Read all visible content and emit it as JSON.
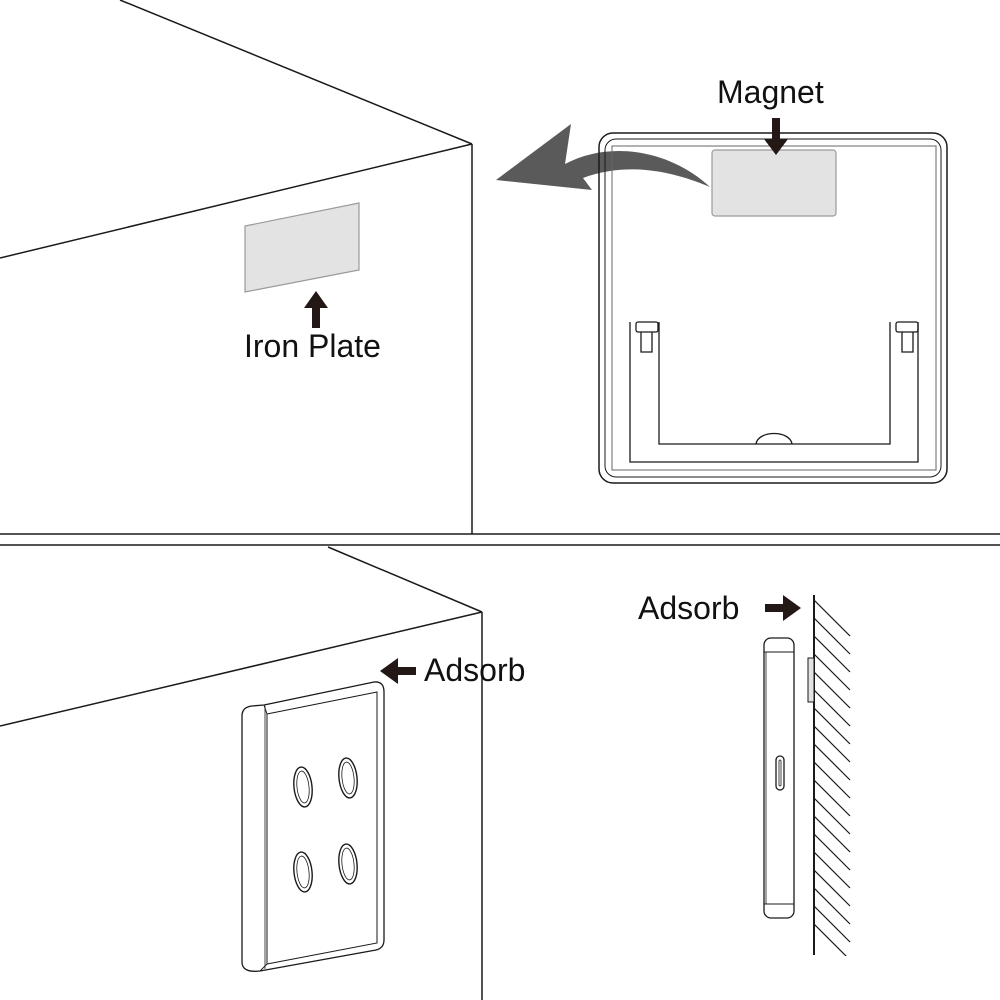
{
  "labels": {
    "magnet": "Magnet",
    "iron_plate": "Iron Plate",
    "adsorb_front": "Adsorb",
    "adsorb_side": "Adsorb"
  },
  "colors": {
    "line": "#1a1a1a",
    "arrow": "#231815",
    "plate_fill": "#e3e3e3",
    "big_arrow": "#5a5a5a"
  }
}
